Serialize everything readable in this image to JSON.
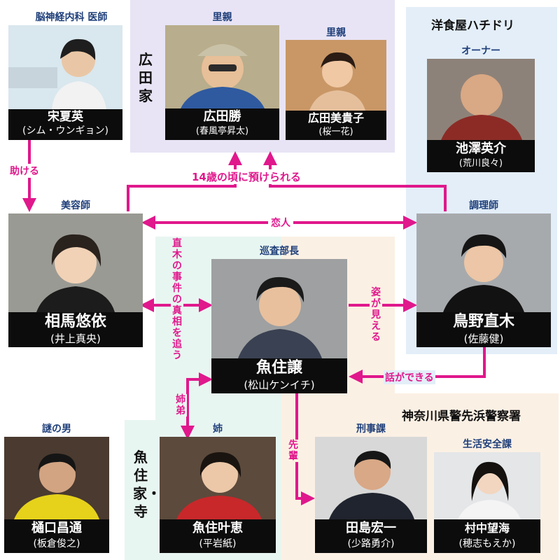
{
  "groups": {
    "hirota": {
      "label": "広田家"
    },
    "hachidori": {
      "label": "洋食屋ハチドリ"
    },
    "police": {
      "label": "神奈川県警先浜警察署"
    },
    "uozumi": {
      "label": "魚住家・寺"
    }
  },
  "people": {
    "song": {
      "role": "脳神経内科 医師",
      "name": "宋夏英",
      "actor": "(シム・ウンギョン)"
    },
    "masaru": {
      "role": "里親",
      "name": "広田勝",
      "actor": "(春風亭昇太)"
    },
    "mikiko": {
      "role": "里親",
      "name": "広田美貴子",
      "actor": "(桜一花)"
    },
    "ikezawa": {
      "role": "オーナー",
      "name": "池澤英介",
      "actor": "(荒川良々)"
    },
    "soma": {
      "role": "美容師",
      "name": "相馬悠依",
      "actor": "(井上真央)"
    },
    "torino": {
      "role": "調理師",
      "name": "鳥野直木",
      "actor": "(佐藤健)"
    },
    "uozumi": {
      "role": "巡査部長",
      "name": "魚住譲",
      "actor": "(松山ケンイチ)"
    },
    "higuchi": {
      "role": "謎の男",
      "name": "樋口昌通",
      "actor": "(板倉俊之)"
    },
    "kanae": {
      "role": "姉",
      "name": "魚住叶恵",
      "actor": "(平岩紙)"
    },
    "tajima": {
      "role": "刑事課",
      "name": "田島宏一",
      "actor": "(少路勇介)"
    },
    "muranaka": {
      "role": "生活安全課",
      "name": "村中望海",
      "actor": "(穂志もえか)"
    }
  },
  "relations": {
    "helps": "助ける",
    "age14": "14歳の頃に預けられる",
    "lovers": "恋人",
    "truth": "直木の事件の真相を追う",
    "seen": "姿が見える",
    "talk": "話ができる",
    "siblings": "姉弟",
    "senior": "先輩"
  },
  "colors": {
    "arrow": "#e0188c",
    "role_text": "#1f3f7a",
    "hirota_bg": "#e8e4f5",
    "hachidori_bg": "#e3eef8",
    "uozumi_bg": "#e8f6f1",
    "police_bg": "#fbf0e4",
    "plate_bg": "#0c0c0c"
  }
}
